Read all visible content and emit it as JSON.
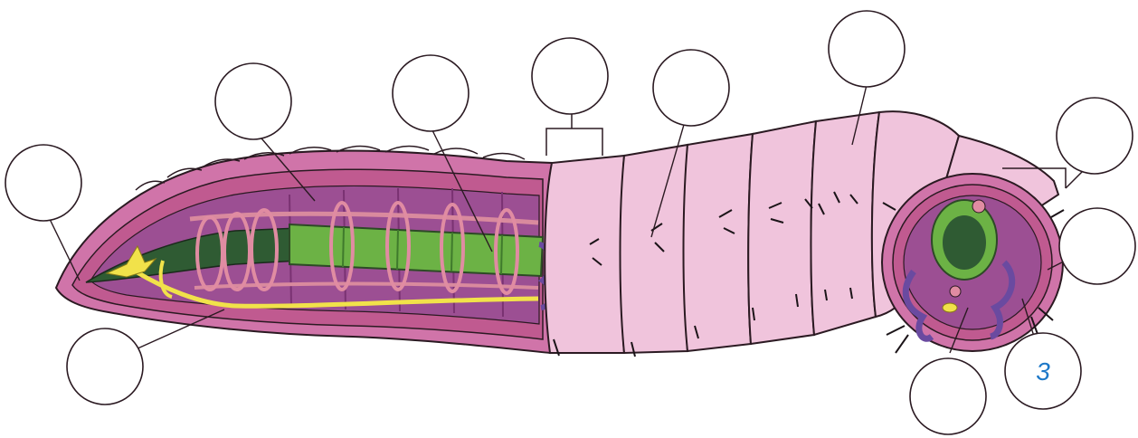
{
  "diagram": {
    "labels": [
      {
        "id": "c1",
        "text": ""
      },
      {
        "id": "c2",
        "text": ""
      },
      {
        "id": "c3",
        "text": ""
      },
      {
        "id": "c4",
        "text": ""
      },
      {
        "id": "c5",
        "text": ""
      },
      {
        "id": "c6",
        "text": ""
      },
      {
        "id": "c7",
        "text": ""
      },
      {
        "id": "c8",
        "text": ""
      },
      {
        "id": "c9",
        "text": "3"
      },
      {
        "id": "c10",
        "text": ""
      },
      {
        "id": "c11",
        "text": ""
      }
    ]
  },
  "colors": {
    "skin": "#f0c4dc",
    "skin_dark": "#d99bc0",
    "muscle": "#c05a90",
    "coelom": "#9c4f93",
    "gut": "#6cb245",
    "gut_dark": "#2f5b33",
    "nerve": "#f1e24a",
    "vessel": "#6a4aa0",
    "label_text": "#1d78c8",
    "outline": "#2b1a22"
  }
}
